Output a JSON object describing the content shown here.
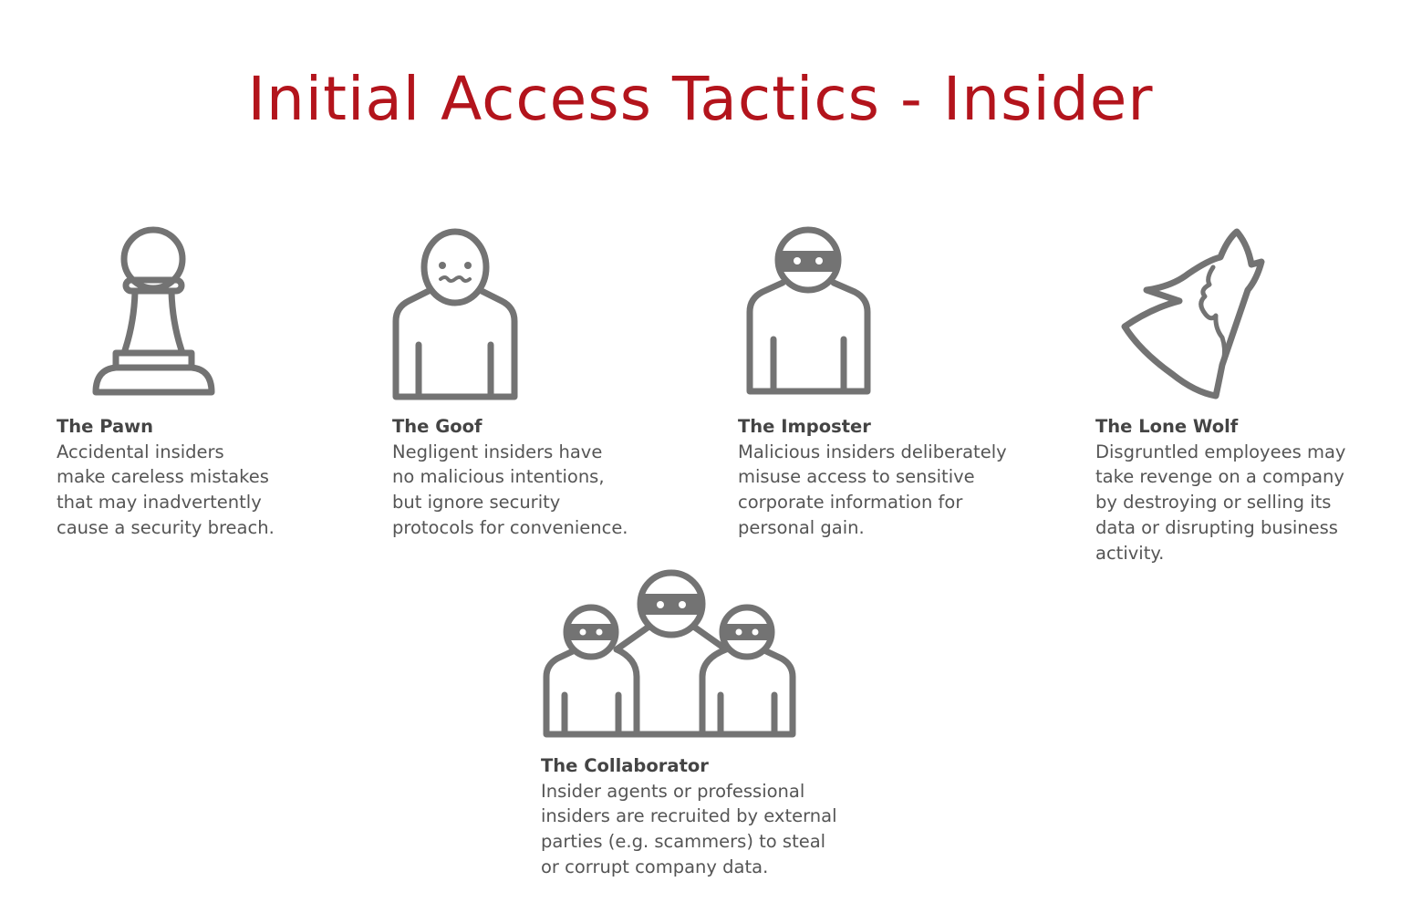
{
  "title": "Initial Access Tactics - Insider",
  "colors": {
    "title": "#b3141c",
    "icon": "#737373",
    "text": "#555555"
  },
  "cards": [
    {
      "icon": "pawn-icon",
      "heading": "The Pawn",
      "body": "Accidental insiders\nmake careless mistakes\nthat may inadvertently\ncause a security breach."
    },
    {
      "icon": "nervous-person-icon",
      "heading": "The Goof",
      "body": "Negligent insiders have\nno malicious intentions,\nbut ignore security\nprotocols for convenience."
    },
    {
      "icon": "masked-person-icon",
      "heading": "The Imposter",
      "body": "Malicious insiders deliberately\nmisuse access to sensitive\ncorporate information for\npersonal gain."
    },
    {
      "icon": "howling-wolf-icon",
      "heading": "The Lone Wolf",
      "body": "Disgruntled employees may\ntake revenge on a company\nby destroying or selling its\ndata or disrupting business\nactivity."
    },
    {
      "icon": "masked-group-icon",
      "heading": "The Collaborator",
      "body": "Insider agents or professional\ninsiders are recruited by external\nparties (e.g. scammers) to steal\nor corrupt company data."
    }
  ]
}
